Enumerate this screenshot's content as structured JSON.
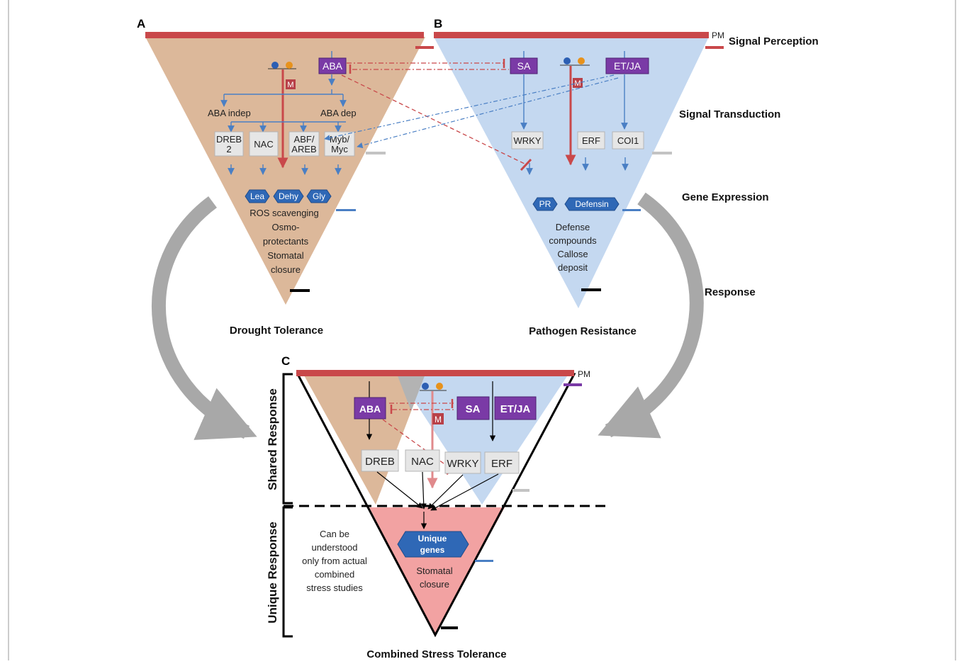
{
  "panels": {
    "a": "A",
    "b": "B",
    "c": "C"
  },
  "pm": "PM",
  "levels": {
    "perception": "Signal Perception",
    "transduction": "Signal Transduction",
    "expression": "Gene Expression",
    "response": "Response"
  },
  "panel_a": {
    "hormone": "ABA",
    "m": "M",
    "indep": "ABA  indep",
    "dep": "ABA dep",
    "tfs": [
      {
        "l1": "DREB",
        "l2": "2"
      },
      {
        "l1": "NAC",
        "l2": ""
      },
      {
        "l1": "ABF/",
        "l2": "AREB"
      },
      {
        "l1": "Myb/",
        "l2": "Myc"
      }
    ],
    "genes": [
      "Lea",
      "Dehy",
      "Gly"
    ],
    "resp": [
      "ROS scavenging",
      "Osmo-",
      "protectants",
      "Stomatal",
      "closure"
    ],
    "title": "Drought Tolerance"
  },
  "panel_b": {
    "sa": "SA",
    "etja": "ET/JA",
    "m": "M",
    "tfs": [
      "WRKY",
      "ERF",
      "COI1"
    ],
    "genes": [
      "PR",
      "Defensin"
    ],
    "resp": [
      "Defense",
      "compounds",
      "Callose",
      "deposit"
    ],
    "title": "Pathogen Resistance"
  },
  "panel_c": {
    "aba": "ABA",
    "sa": "SA",
    "etja": "ET/JA",
    "m": "M",
    "tfs": [
      "DREB",
      "NAC",
      "WRKY",
      "ERF"
    ],
    "unique_l1": "Unique",
    "unique_l2": "genes",
    "resp": [
      "Stomatal",
      "closure"
    ],
    "shared": "Shared Response",
    "unique": "Unique Response",
    "note": [
      "Can be",
      "understood",
      "only from actual",
      "combined",
      "stress studies"
    ],
    "title": "Combined Stress Tolerance"
  },
  "colors": {
    "drought": "#dcb89a",
    "pathogen": "#c4d8f0",
    "unique": "#f2a2a2",
    "membrane": "#c9484a",
    "hormone": "#7a3aa6",
    "gene": "#2f68b6"
  }
}
